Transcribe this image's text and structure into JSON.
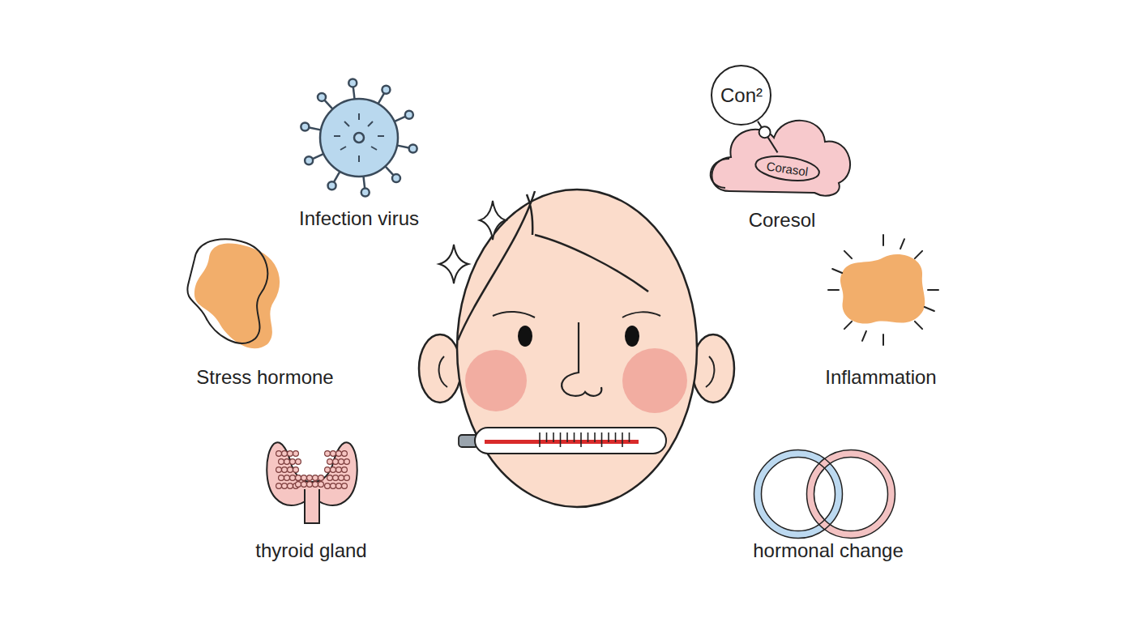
{
  "diagram": {
    "nodes": [
      {
        "text": [
          "Con²"
        ]
      },
      {
        "text": [
          "Corasol"
        ]
      }
    ],
    "edges": [
      {
        "from": 0,
        "to": 1,
        "arrow": "none"
      }
    ],
    "labels": [
      "Infection virus",
      "Coresol",
      "Stress hormone",
      "Inflammation",
      "thyroid gland",
      "hormonal change"
    ]
  }
}
